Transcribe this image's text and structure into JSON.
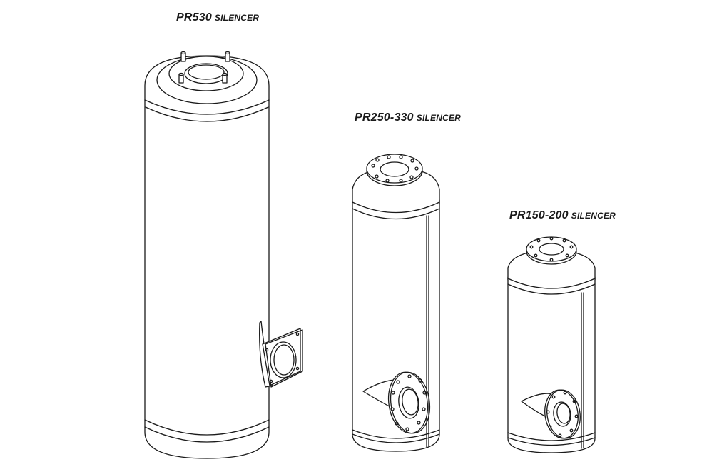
{
  "labels": {
    "pr530": {
      "model": "PR530",
      "suffix": "SILENCER"
    },
    "pr250": {
      "model": "PR250-330",
      "suffix": "SILENCER"
    },
    "pr150": {
      "model": "PR150-200",
      "suffix": "SILENCER"
    }
  },
  "colors": {
    "line": "#1a1a1a",
    "fill": "#ffffff",
    "shade": "#e8e8e8"
  }
}
